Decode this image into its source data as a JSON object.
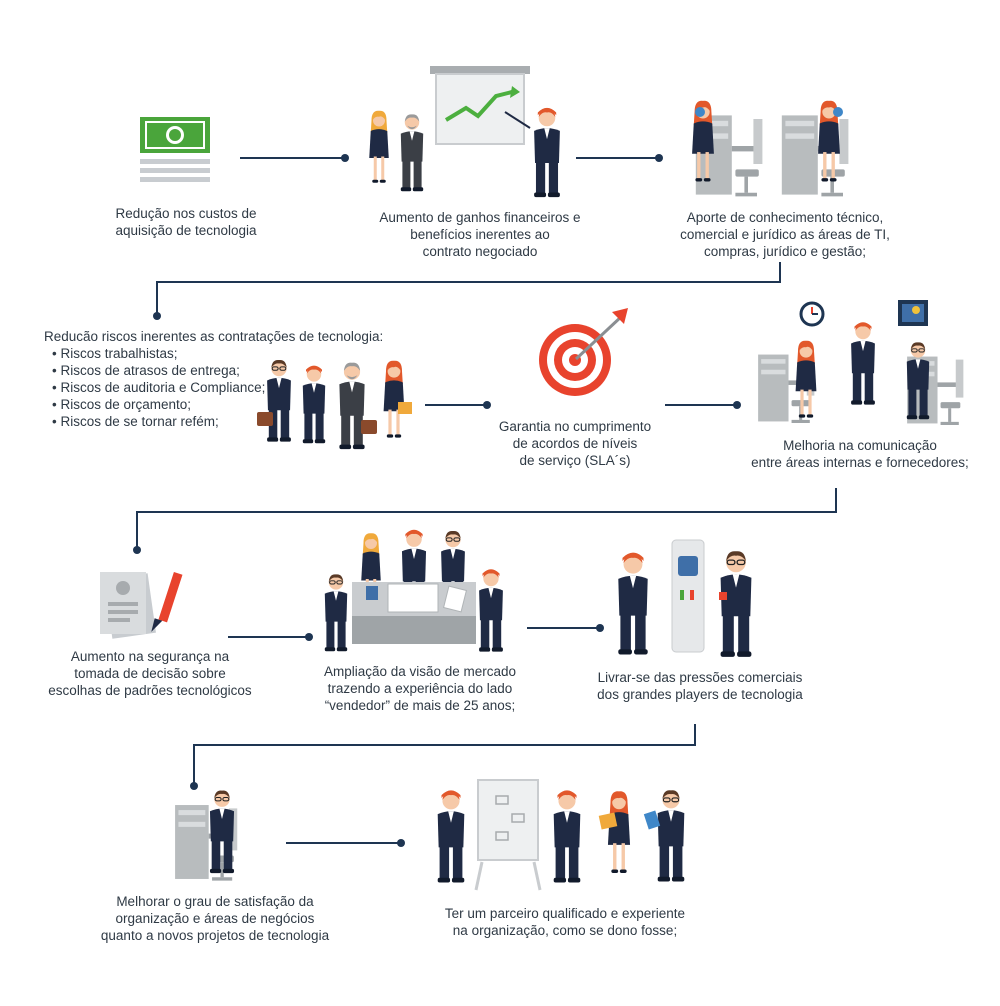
{
  "colors": {
    "connector": "#1e3552",
    "suit": "#1f2a44",
    "hair_orange": "#e2582b",
    "skin": "#f6c9a8",
    "gray_desk": "#b8bcbe",
    "accent_red": "#e8432d",
    "money_green": "#4aa53b",
    "chart_green": "#4caf3f"
  },
  "steps": [
    {
      "id": "s1",
      "icon": "money-bill-icon",
      "lines": [
        "Redução nos custos de",
        "aquisição de tecnologia"
      ]
    },
    {
      "id": "s2",
      "icon": "presentation-chart-icon",
      "lines": [
        "Aumento de ganhos financeiros e",
        "benefícios inerentes ao",
        "contrato negociado"
      ]
    },
    {
      "id": "s3",
      "icon": "call-center-icon",
      "lines": [
        "Aporte de conhecimento técnico,",
        "comercial e jurídico as áreas de TI,",
        "compras, jurídico e gestão;"
      ]
    },
    {
      "id": "s4",
      "icon": "business-team-icon",
      "title": "Reducão riscos inerentes as contratações de tecnologia:",
      "bullets": [
        "Riscos trabalhistas;",
        "Riscos de atrasos de entrega;",
        "Riscos de auditoria e Compliance;",
        "Riscos de orçamento;",
        "Riscos de se tornar refém;"
      ]
    },
    {
      "id": "s5",
      "icon": "target-icon",
      "lines": [
        "Garantia no cumprimento",
        "de acordos de níveis",
        "de serviço (SLA´s)"
      ]
    },
    {
      "id": "s6",
      "icon": "office-communication-icon",
      "lines": [
        "Melhoria  na comunicação",
        "entre áreas internas e fornecedores;"
      ]
    },
    {
      "id": "s7",
      "icon": "document-pen-icon",
      "lines": [
        "Aumento na segurança na",
        "tomada de decisão sobre",
        "escolhas de padrões tecnológicos"
      ]
    },
    {
      "id": "s8",
      "icon": "meeting-table-icon",
      "lines": [
        "Ampliação da visão de mercado",
        "trazendo a experiência do lado",
        "“vendedor” de mais de 25 anos;"
      ]
    },
    {
      "id": "s9",
      "icon": "water-cooler-icon",
      "lines": [
        "Livrar-se das pressões comerciais",
        "dos grandes players de tecnologia"
      ]
    },
    {
      "id": "s10",
      "icon": "desk-worker-icon",
      "lines": [
        "Melhorar o grau de satisfação da",
        "organização e áreas de negócios",
        "quanto a novos projetos de tecnologia"
      ]
    },
    {
      "id": "s11",
      "icon": "flipchart-team-icon",
      "lines": [
        "Ter um parceiro qualificado e experiente",
        "na organização, como se dono fosse;"
      ]
    }
  ]
}
